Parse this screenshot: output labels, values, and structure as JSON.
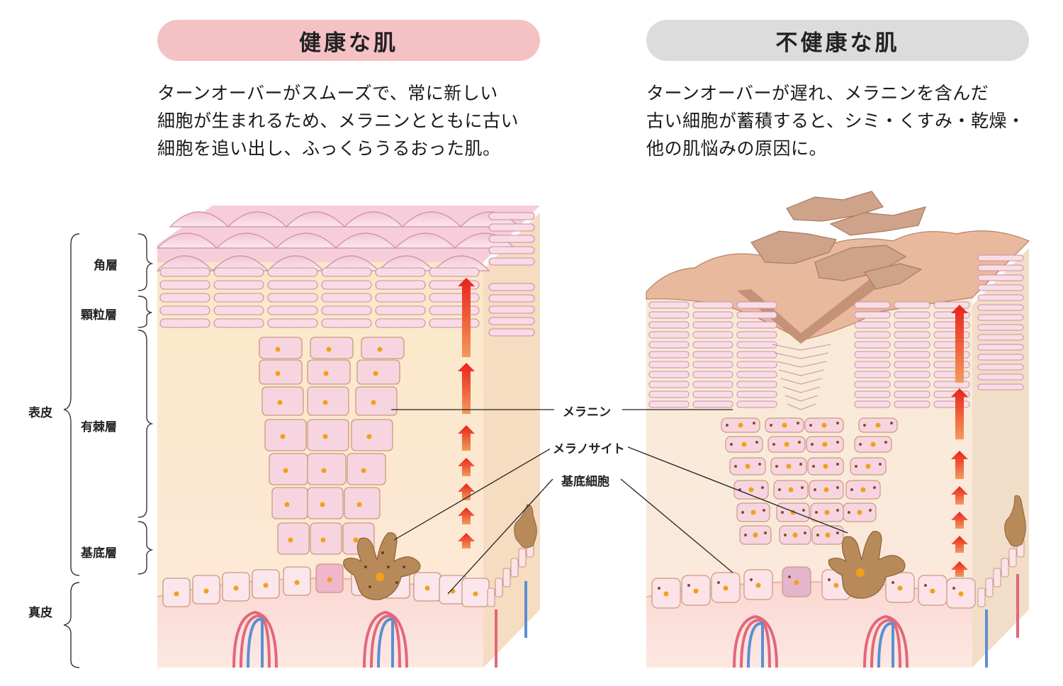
{
  "healthy": {
    "title": "健康な肌",
    "description_lines": [
      "ターンオーバーがスムーズで、常に新しい",
      "細胞が生まれるため、メラニンとともに古い",
      "細胞を追い出し、ふっくらうるおった肌。"
    ]
  },
  "unhealthy": {
    "title": "不健康な肌",
    "description_lines": [
      "ターンオーバーが遅れ、メラニンを含んだ",
      "古い細胞が蓄積すると、シミ・くすみ・乾燥・",
      "他の肌悩みの原因に。"
    ]
  },
  "layers": {
    "stratum_corneum": "角層",
    "granular": "顆粒層",
    "spinous": "有棘層",
    "basal": "基底層",
    "epidermis": "表皮",
    "dermis": "真皮"
  },
  "callouts": {
    "melanin": "メラニン",
    "melanocyte": "メラノサイト",
    "basal_cell": "基底細胞"
  },
  "colors": {
    "healthy_pill": "#f4c1c4",
    "unhealthy_pill": "#dcdcdc",
    "arrow_top": "#e8231b",
    "arrow_bottom": "#f39a5c",
    "melanocyte": "#b88a5a",
    "cell_fill": "#f7d5e0"
  }
}
